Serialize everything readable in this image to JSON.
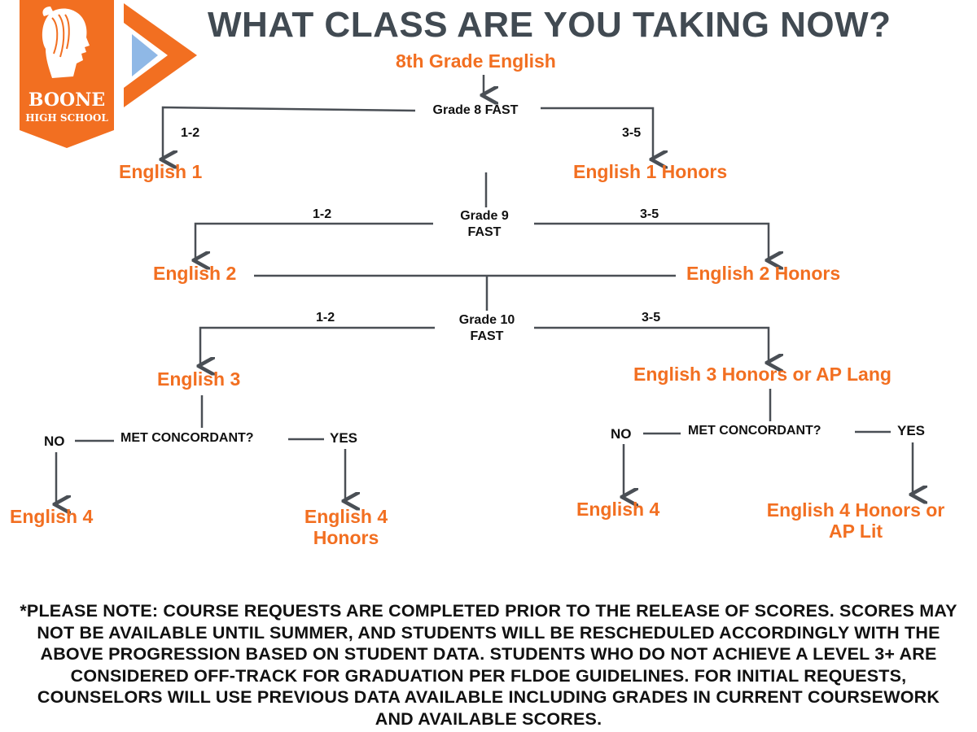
{
  "header": {
    "title": "WHAT CLASS ARE YOU TAKING NOW?",
    "logo_line1": "BOONE",
    "logo_line2": "HIGH SCHOOL"
  },
  "colors": {
    "accent": "#f26f21",
    "title": "#414a52",
    "line": "#4a4f55",
    "logo_triangle": "#8fb8e6"
  },
  "flow": {
    "start": "8th Grade English",
    "test1": "Grade 8 FAST",
    "test2_line1": "Grade 9",
    "test2_line2": "FAST",
    "test3_line1": "Grade 10",
    "test3_line2": "FAST",
    "low": "1-2",
    "high": "3-5",
    "e1": "English 1",
    "e1h": "English 1 Honors",
    "e2": "English 2",
    "e2h": "English 2 Honors",
    "e3": "English 3",
    "e3h": "English 3 Honors or AP Lang",
    "met": "MET CONCORDANT?",
    "no": "NO",
    "yes": "YES",
    "e4": "English 4",
    "e4h_line1": "English 4",
    "e4h_line2": "Honors",
    "e4hap_line1": "English 4 Honors or",
    "e4hap_line2": "AP Lit"
  },
  "note": "*PLEASE NOTE: COURSE REQUESTS ARE COMPLETED PRIOR TO THE RELEASE OF SCORES. SCORES MAY NOT BE AVAILABLE UNTIL SUMMER, AND STUDENTS WILL BE RESCHEDULED ACCORDINGLY WITH THE ABOVE PROGRESSION BASED ON STUDENT DATA. STUDENTS WHO DO NOT ACHIEVE A LEVEL 3+ ARE CONSIDERED OFF-TRACK FOR GRADUATION PER FLDOE GUIDELINES. FOR INITIAL REQUESTS, COUNSELORS WILL USE PREVIOUS DATA AVAILABLE INCLUDING GRADES IN CURRENT COURSEWORK AND AVAILABLE SCORES."
}
